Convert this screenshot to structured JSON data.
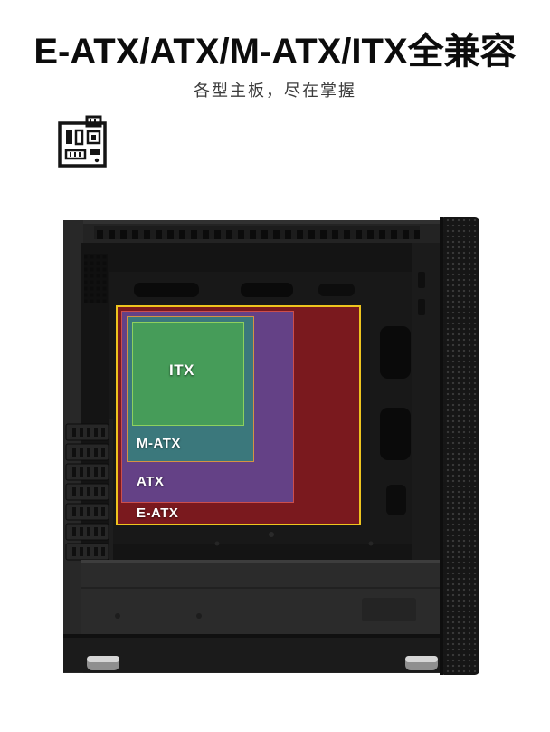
{
  "header": {
    "title": "E-ATX/ATX/M-ATX/ITX全兼容",
    "subtitle": "各型主板，尽在掌握"
  },
  "icons": {
    "motherboard": "motherboard-icon"
  },
  "compat": {
    "sizes": [
      {
        "label": "ITX",
        "fill_color": "#489a56",
        "border_color": "#96d65e"
      },
      {
        "label": "M-ATX",
        "fill_color": "#34827a",
        "border_color": "#e6963c"
      },
      {
        "label": "ATX",
        "fill_color": "#5f4ba0",
        "border_color": "#d75046"
      },
      {
        "label": "E-ATX",
        "fill_color": "#9b1920",
        "border_color": "#eec41e"
      }
    ]
  }
}
